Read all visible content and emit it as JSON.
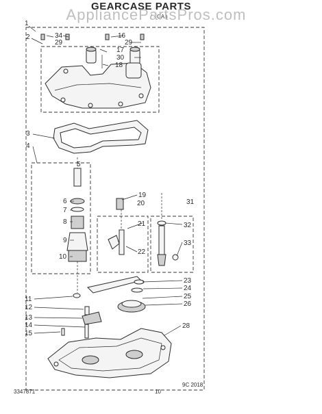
{
  "title": "GEARCASE PARTS",
  "subtitle_partial": "(   - CA   )",
  "watermark": "AppliancePartsPros.com",
  "doc_number": "3347871",
  "page_number": "10",
  "diagram_code": "9C 2018",
  "callouts": [
    "1",
    "2",
    "3",
    "4",
    "5",
    "6",
    "7",
    "8",
    "9",
    "10",
    "11",
    "12",
    "13",
    "14",
    "15",
    "16",
    "17",
    "18",
    "19",
    "20",
    "21",
    "22",
    "23",
    "24",
    "25",
    "26",
    "28",
    "29",
    "29",
    "30",
    "31",
    "32",
    "33",
    "34"
  ]
}
